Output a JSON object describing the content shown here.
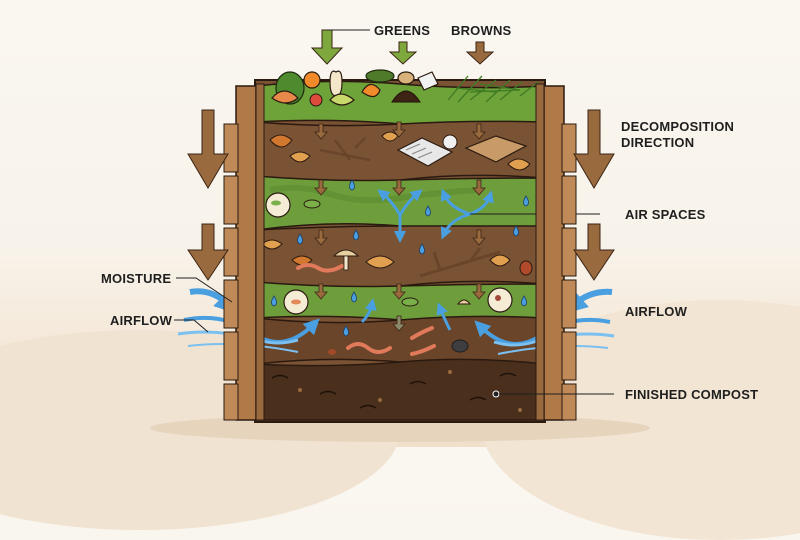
{
  "diagram": {
    "subject": "Compost bin cross-section",
    "labels": {
      "greens": "GREENS",
      "browns": "BROWNS",
      "decomposition_line1": "DECOMPOSITION",
      "decomposition_line2": "DIRECTION",
      "air_spaces": "AIR SPACES",
      "moisture": "MOISTURE",
      "airflow_left": "AIRFLOW",
      "airflow_right": "AIRFLOW",
      "finished_compost": "FINISHED COMPOST"
    },
    "layers": [
      {
        "name": "greens-and-browns-top",
        "contents": "fruit and vegetable scraps, coffee grounds, grass clippings"
      },
      {
        "name": "brown-layer-1",
        "contents": "dry leaves, twigs, newspaper, cardboard"
      },
      {
        "name": "green-layer-1",
        "contents": "microbes, moisture droplets, air spaces"
      },
      {
        "name": "brown-layer-2",
        "contents": "leaves, mushrooms, worms, twigs, beetles"
      },
      {
        "name": "green-layer-2",
        "contents": "bacteria, fungi, mites"
      },
      {
        "name": "active-soil",
        "contents": "worms, beetles, airflow"
      },
      {
        "name": "finished-compost",
        "contents": "dark finished compost"
      }
    ],
    "colors": {
      "background": "#faf7f1",
      "wood": "#b07a48",
      "wood_dark": "#7a4f2a",
      "green_layer": "#6ea33a",
      "brown_layer": "#7a5234",
      "compost": "#4a2f1c",
      "arrow_brown": "#9a6a3f",
      "arrow_green": "#7ea83e",
      "water_blue": "#4a9fe0",
      "text": "#1f1f1f"
    }
  }
}
